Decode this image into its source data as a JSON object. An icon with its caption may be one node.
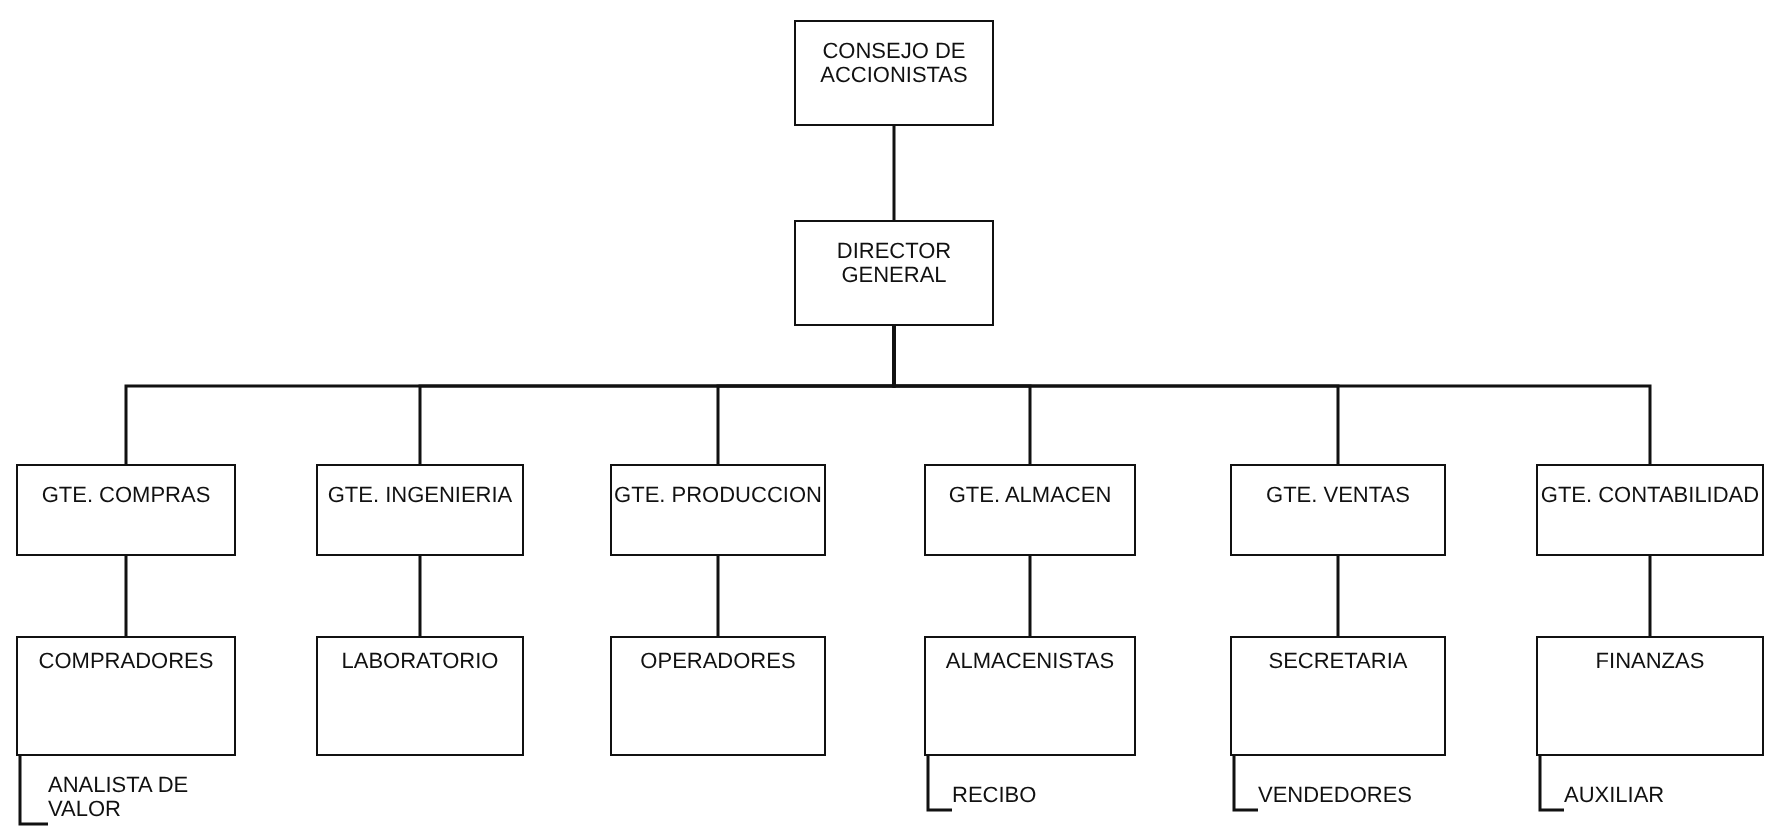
{
  "diagram": {
    "nodes": [
      {
        "text": [
          "CONSEJO DE ACCIONISTAS"
        ]
      },
      {
        "text": [
          "DIRECTOR GENERAL"
        ]
      },
      {
        "text": [
          "GTE. COMPRAS"
        ]
      },
      {
        "text": [
          "GTE. INGENIERIA"
        ]
      },
      {
        "text": [
          "GTE. PRODUCCION"
        ]
      },
      {
        "text": [
          "GTE. ALMACEN"
        ]
      },
      {
        "text": [
          "GTE. VENTAS"
        ]
      },
      {
        "text": [
          "GTE. CONTABILIDAD"
        ]
      },
      {
        "text": [
          "COMPRADORES"
        ]
      },
      {
        "text": [
          "LABORATORIO"
        ]
      },
      {
        "text": [
          "OPERADORES"
        ]
      },
      {
        "text": [
          "ALMACENISTAS"
        ]
      },
      {
        "text": [
          "SECRETARIA"
        ]
      },
      {
        "text": [
          "FINANZAS"
        ]
      },
      {
        "text": [
          "ANALISTA DE VALOR"
        ]
      },
      {
        "text": [
          "RECIBO"
        ]
      },
      {
        "text": [
          "VENDEDORES"
        ]
      },
      {
        "text": [
          "AUXILIAR"
        ]
      }
    ],
    "edges": [
      {
        "from": 0,
        "to": 1,
        "arrow": "none"
      },
      {
        "from": 1,
        "to": 2,
        "arrow": "none"
      },
      {
        "from": 1,
        "to": 3,
        "arrow": "none"
      },
      {
        "from": 1,
        "to": 4,
        "arrow": "none"
      },
      {
        "from": 1,
        "to": 5,
        "arrow": "none"
      },
      {
        "from": 1,
        "to": 6,
        "arrow": "none"
      },
      {
        "from": 1,
        "to": 7,
        "arrow": "none"
      },
      {
        "from": 2,
        "to": 8,
        "arrow": "none"
      },
      {
        "from": 3,
        "to": 9,
        "arrow": "none"
      },
      {
        "from": 4,
        "to": 10,
        "arrow": "none"
      },
      {
        "from": 5,
        "to": 11,
        "arrow": "none"
      },
      {
        "from": 6,
        "to": 12,
        "arrow": "none"
      },
      {
        "from": 7,
        "to": 13,
        "arrow": "none"
      },
      {
        "from": 8,
        "to": 14,
        "arrow": "none"
      },
      {
        "from": 11,
        "to": 15,
        "arrow": "none"
      },
      {
        "from": 12,
        "to": 16,
        "arrow": "none"
      },
      {
        "from": 13,
        "to": 17,
        "arrow": "none"
      }
    ]
  }
}
